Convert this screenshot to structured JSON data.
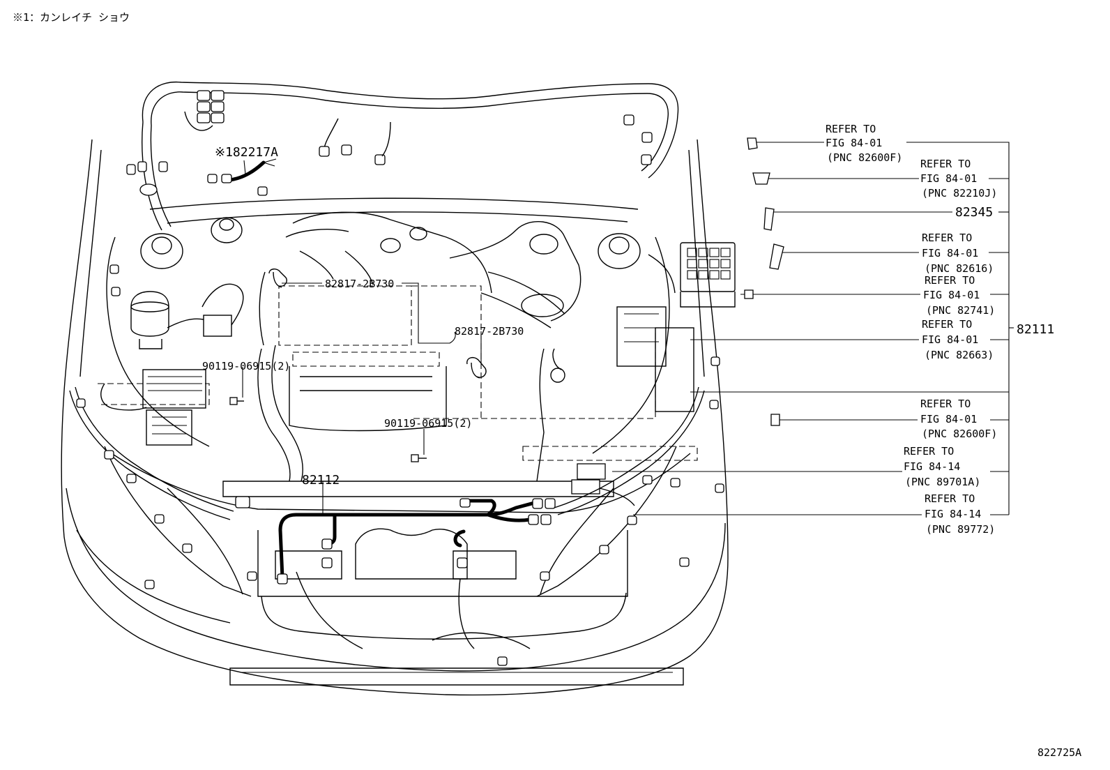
{
  "header_note": "※1：カンレイチ ショウ",
  "figure_code": "822725A",
  "parts": {
    "p82217a": "※182217A",
    "p82817_left": "82817-2B730",
    "p82817_right": "82817-2B730",
    "p90119_left": "90119-06915(2)",
    "p90119_right": "90119-06915(2)",
    "p82112": "82112",
    "p82111": "82111",
    "p82345": "82345"
  },
  "callouts": [
    {
      "line1": "REFER TO",
      "line2": "FIG 84-01",
      "line3": "(PNC 82600F)"
    },
    {
      "line1": "REFER TO",
      "line2": "FIG 84-01",
      "line3": "(PNC 82210J)"
    },
    {
      "line1": "REFER TO",
      "line2": "FIG 84-01",
      "line3": "(PNC 82616)"
    },
    {
      "line1": "REFER TO",
      "line2": "FIG 84-01",
      "line3": "(PNC 82741)"
    },
    {
      "line1": "REFER TO",
      "line2": "FIG 84-01",
      "line3": "(PNC 82663)"
    },
    {
      "line1": "REFER TO",
      "line2": "FIG 84-01",
      "line3": "(PNC 82600F)"
    },
    {
      "line1": "REFER TO",
      "line2": "FIG  84-14",
      "line3": "(PNC 89701A)"
    },
    {
      "line1": "REFER TO",
      "line2": "FIG 84-14",
      "line3": "(PNC 89772)"
    }
  ]
}
